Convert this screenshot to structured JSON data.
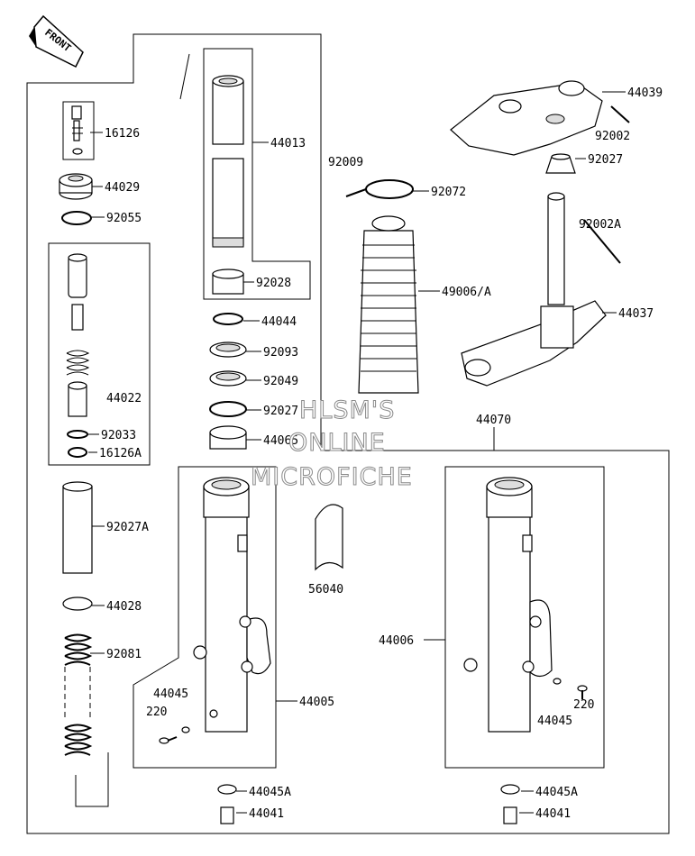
{
  "front_label": "FRONT",
  "watermark": [
    "HLSM'S",
    "ONLINE",
    "MICROFICHE"
  ],
  "labels": {
    "p16126": "16126",
    "p44029": "44029",
    "p92055": "92055",
    "p44022": "44022",
    "p92033": "92033",
    "p16126A": "16126A",
    "p92027A": "92027A",
    "p44028": "44028",
    "p92081": "92081",
    "p44013": "44013",
    "p92028": "92028",
    "p44044": "44044",
    "p92093": "92093",
    "p92049": "92049",
    "p92027_l": "92027",
    "p44065": "44065",
    "p92009": "92009",
    "p92072": "92072",
    "p49006A": "49006/A",
    "p44039": "44039",
    "p92002": "92002",
    "p92027_r": "92027",
    "p92002A": "92002A",
    "p44037": "44037",
    "p44070": "44070",
    "p56040": "56040",
    "p44045_l": "44045",
    "p220_l": "220",
    "p44005": "44005",
    "p44006": "44006",
    "p220_r": "220",
    "p44045_r": "44045",
    "p44045A_l": "44045A",
    "p44041_l": "44041",
    "p44045A_r": "44045A",
    "p44041_r": "44041"
  }
}
